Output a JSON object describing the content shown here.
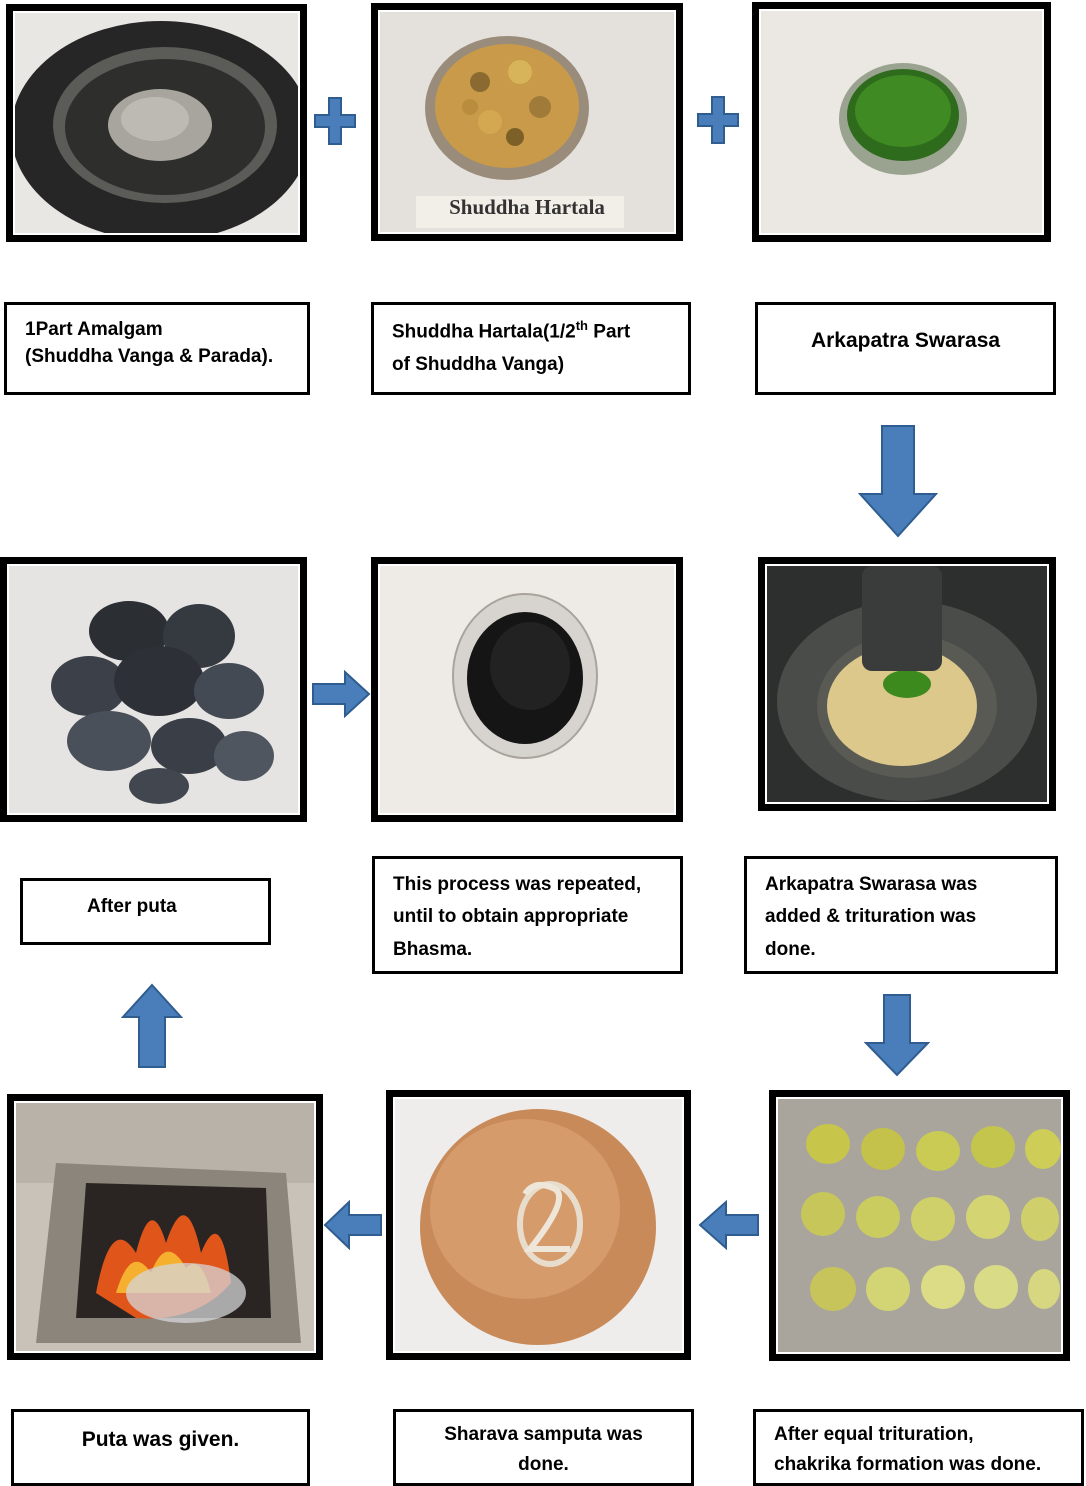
{
  "row1": {
    "photo_labels": {
      "hartala_label": "Shuddha Hartala"
    },
    "captions": {
      "amalgam": {
        "line1": "1Part Amalgam",
        "line2": "(Shuddha Vanga & Parada)."
      },
      "hartala": {
        "line1_pre": "Shuddha Hartala(1/2",
        "line1_sup": "th",
        "line1_post": " Part",
        "line2": "of Shuddha Vanga)"
      },
      "swarasa": {
        "line1": "Arkapatra Swarasa"
      }
    }
  },
  "row2": {
    "captions": {
      "after_puta": {
        "line1": "After puta"
      },
      "repeated": {
        "line1": "This process was repeated,",
        "line2": "until to obtain appropriate",
        "line3": "Bhasma."
      },
      "trituration": {
        "line1": "Arkapatra Swarasa was",
        "line2": "added & trituration was",
        "line3": "done."
      }
    }
  },
  "row3": {
    "captions": {
      "puta": {
        "line1": "Puta was given."
      },
      "sharava": {
        "line1": "Sharava samputa was",
        "line2": "done."
      },
      "chakrika": {
        "line1": "After equal trituration,",
        "line2": "chakrika formation was done."
      }
    }
  },
  "colors": {
    "arrow_fill": "#4a7ebb",
    "arrow_stroke": "#2f5d8f",
    "frame": "#000000"
  },
  "icons": {
    "plus": "plus-icon",
    "down": "arrow-down-icon",
    "up": "arrow-up-icon",
    "left": "arrow-left-icon",
    "right": "arrow-right-icon"
  }
}
